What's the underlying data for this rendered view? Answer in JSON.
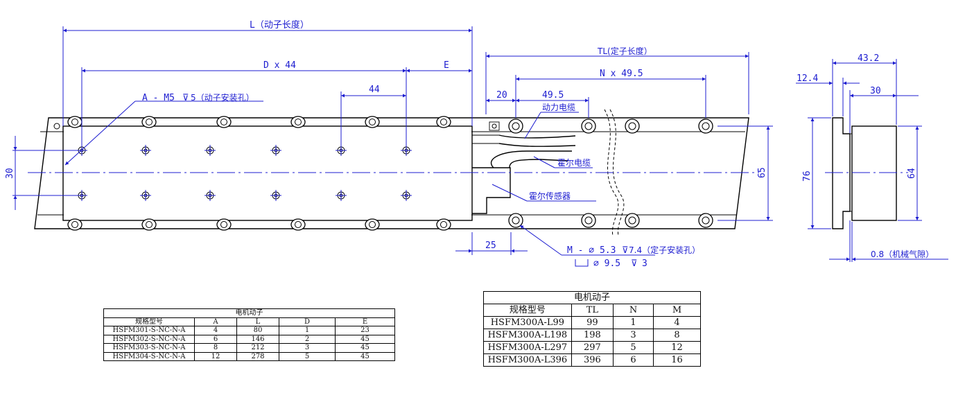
{
  "dimensions": {
    "L_label": "L（动子长度）",
    "D_label": "D x 44",
    "E_label": "E",
    "pitch_44": "44",
    "A_label": "A - M5",
    "A_depth": "5（动子安装孔）",
    "dim_30": "30",
    "TL_label": "TL(定子长度）",
    "N_label": "N x 49.5",
    "dim_20": "20",
    "pitch_49_5": "49.5",
    "power_cable": "动力电缆",
    "hall_cable": "霍尔电缆",
    "hall_sensor": "霍尔传感器",
    "dim_65": "65",
    "dim_25": "25",
    "M_label": "M - ∅ 5.3",
    "M_depth": "7.4（定子安装孔）",
    "cbore_label": "∅ 9.5",
    "cbore_depth": "3",
    "side_43_2": "43.2",
    "side_12_4": "12.4",
    "side_30": "30",
    "side_76": "76",
    "side_64": "64",
    "air_gap": "0.8（机械气隙）"
  },
  "mover_table": {
    "title": "电机动子",
    "headers": [
      "规格型号",
      "A",
      "L",
      "D",
      "E"
    ],
    "rows": [
      [
        "HSFM301-S-NC-N-A",
        "4",
        "80",
        "1",
        "23"
      ],
      [
        "HSFM302-S-NC-N-A",
        "6",
        "146",
        "2",
        "45"
      ],
      [
        "HSFM303-S-NC-N-A",
        "8",
        "212",
        "3",
        "45"
      ],
      [
        "HSFM304-S-NC-N-A",
        "12",
        "278",
        "5",
        "45"
      ]
    ]
  },
  "stator_table": {
    "title": "电机动子",
    "headers": [
      "规格型号",
      "TL",
      "N",
      "M"
    ],
    "rows": [
      [
        "HSFM300A-L99",
        "99",
        "1",
        "4"
      ],
      [
        "HSFM300A-L198",
        "198",
        "3",
        "8"
      ],
      [
        "HSFM300A-L297",
        "297",
        "5",
        "12"
      ],
      [
        "HSFM300A-L396",
        "396",
        "6",
        "16"
      ]
    ]
  },
  "colors": {
    "dimension": "#1c1cd0",
    "outline": "#000000"
  }
}
